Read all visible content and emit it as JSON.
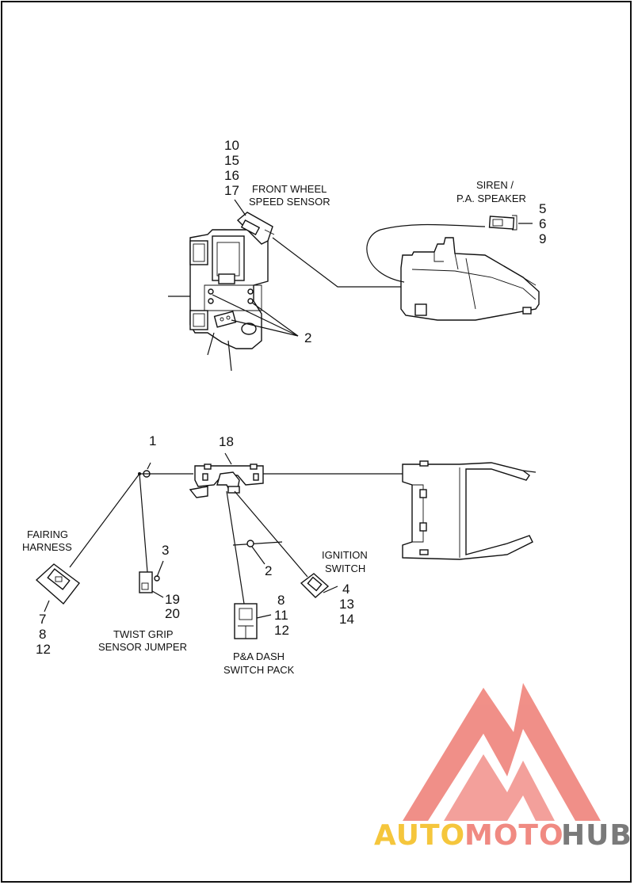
{
  "labels": {
    "front_wheel_speed_sensor": {
      "caption": [
        "FRONT WHEEL",
        "SPEED SENSOR"
      ],
      "numbers": [
        "10",
        "15",
        "16",
        "17"
      ]
    },
    "siren_pa_speaker": {
      "caption": [
        "SIREN /",
        "P.A. SPEAKER"
      ],
      "numbers": [
        "5",
        "6",
        "9"
      ]
    },
    "clip_upper": {
      "numbers": [
        "2"
      ]
    },
    "fastener": {
      "numbers": [
        "1"
      ]
    },
    "bracket": {
      "numbers": [
        "18"
      ]
    },
    "fairing_harness": {
      "caption": [
        "FAIRING",
        "HARNESS"
      ],
      "numbers": [
        "7",
        "8",
        "12"
      ]
    },
    "twist_grip_sensor_jumper": {
      "caption": [
        "TWIST GRIP",
        "SENSOR JUMPER"
      ],
      "numbers_top": [
        "3"
      ],
      "numbers": [
        "19",
        "20"
      ]
    },
    "clip_lower": {
      "numbers": [
        "2"
      ]
    },
    "ignition_switch": {
      "caption": [
        "IGNITION",
        "SWITCH"
      ],
      "numbers": [
        "4",
        "13",
        "14"
      ]
    },
    "pa_dash_switch_pack": {
      "caption": [
        "P&A DASH",
        "SWITCH PACK"
      ],
      "numbers": [
        "8",
        "11",
        "12"
      ]
    }
  },
  "watermark": {
    "parts": [
      "AUTO",
      "MOTO",
      "HUB"
    ],
    "colors": {
      "auto": "#f5c63c",
      "moto": "#f08a82",
      "hub": "#7a7a7a",
      "logo": "#f08a82"
    }
  }
}
